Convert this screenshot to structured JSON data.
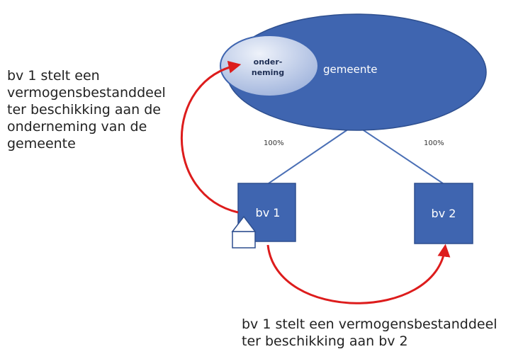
{
  "diagram": {
    "gemeente_label": "gemeente",
    "onderneming_label_line1": "onder-",
    "onderneming_label_line2": "neming",
    "bv1_label": "bv 1",
    "bv2_label": "bv 2",
    "pct_left": "100%",
    "pct_right": "100%",
    "caption_left": "bv 1 stelt een\nvermogensbestanddeel\nter beschikking aan de\nonderneming van de\ngemeente",
    "caption_bottom": "bv 1 stelt een vermogensbestanddeel\nter beschikking aan bv 2"
  },
  "colors": {
    "entity_fill": "#3f65b0",
    "entity_border": "#2e4f8f",
    "onderneming_fill_top": "#e6ecf7",
    "onderneming_fill_bottom": "#a9bbdf",
    "arrow_red": "#dd1c1c",
    "line_blue": "#4a6fb5"
  },
  "icons": {
    "asset_icon": "house-icon"
  }
}
